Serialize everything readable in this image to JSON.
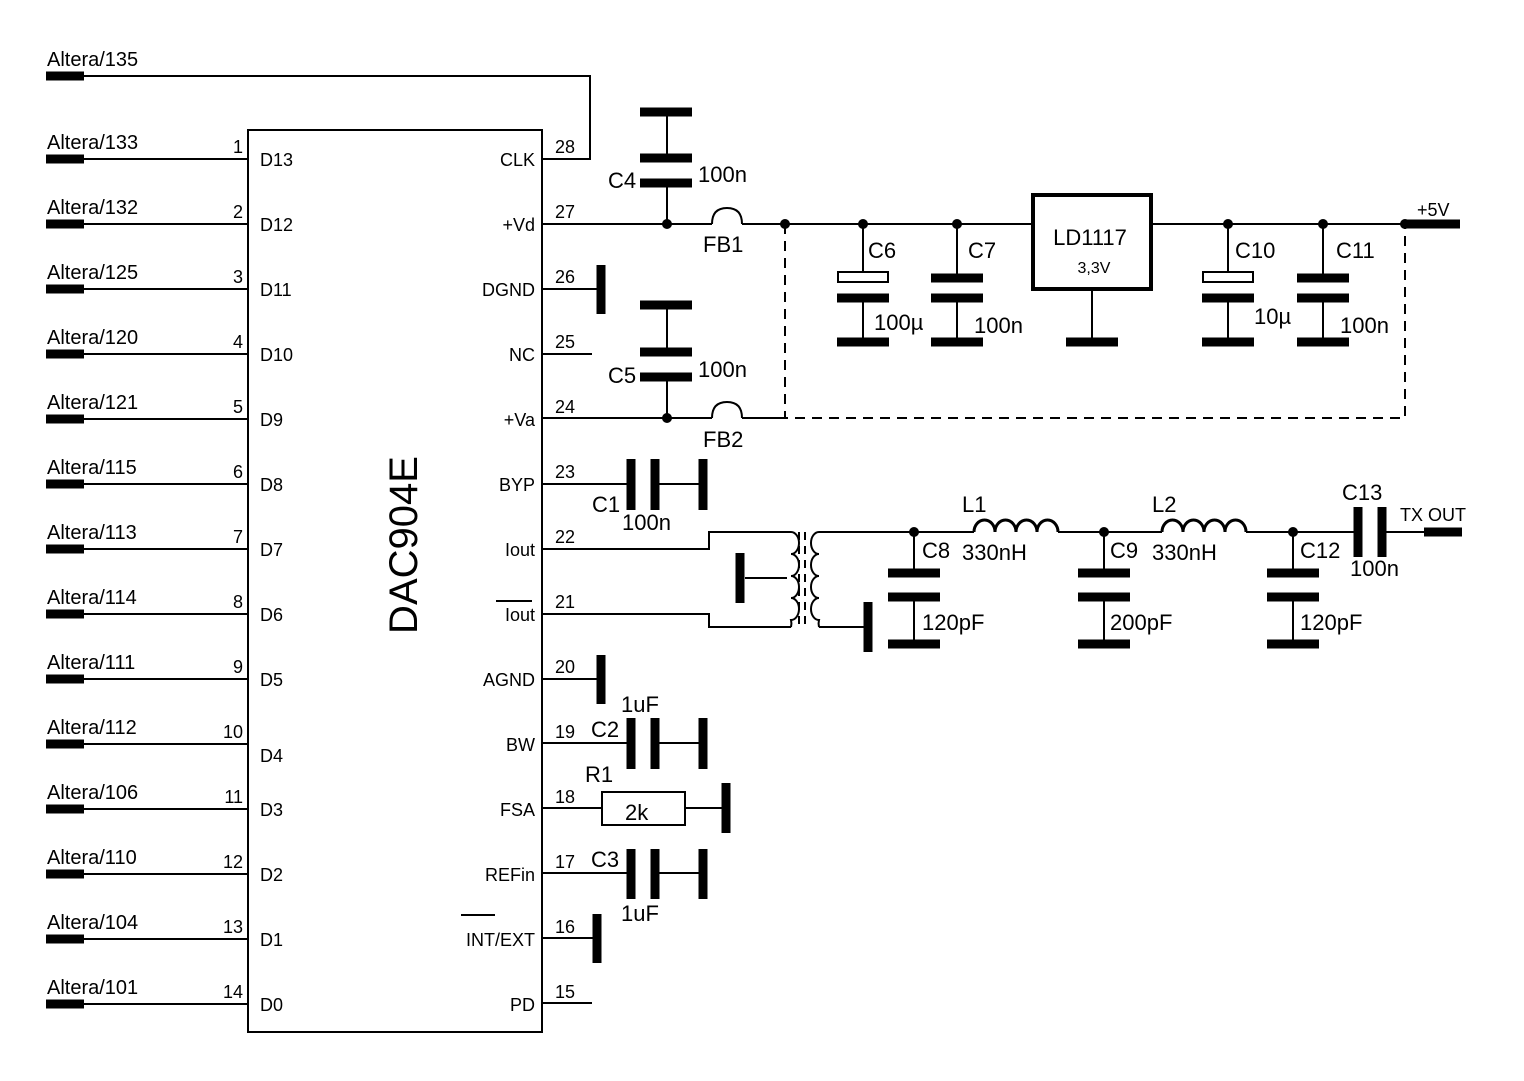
{
  "chip": {
    "name": "DAC904E"
  },
  "left_pins": [
    {
      "num": "1",
      "name": "D13",
      "net": "Altera/133"
    },
    {
      "num": "2",
      "name": "D12",
      "net": "Altera/132"
    },
    {
      "num": "3",
      "name": "D11",
      "net": "Altera/125"
    },
    {
      "num": "4",
      "name": "D10",
      "net": "Altera/120"
    },
    {
      "num": "5",
      "name": "D9",
      "net": "Altera/121"
    },
    {
      "num": "6",
      "name": "D8",
      "net": "Altera/115"
    },
    {
      "num": "7",
      "name": "D7",
      "net": "Altera/113"
    },
    {
      "num": "8",
      "name": "D6",
      "net": "Altera/114"
    },
    {
      "num": "9",
      "name": "D5",
      "net": "Altera/111"
    },
    {
      "num": "10",
      "name": "D4",
      "net": "Altera/112"
    },
    {
      "num": "11",
      "name": "D3",
      "net": "Altera/106"
    },
    {
      "num": "12",
      "name": "D2",
      "net": "Altera/110"
    },
    {
      "num": "13",
      "name": "D1",
      "net": "Altera/104"
    },
    {
      "num": "14",
      "name": "D0",
      "net": "Altera/101"
    }
  ],
  "clock_net": "Altera/135",
  "right_pins": [
    {
      "num": "28",
      "name": "CLK"
    },
    {
      "num": "27",
      "name": "+Vd"
    },
    {
      "num": "26",
      "name": "DGND"
    },
    {
      "num": "25",
      "name": "NC"
    },
    {
      "num": "24",
      "name": "+Va"
    },
    {
      "num": "23",
      "name": "BYP"
    },
    {
      "num": "22",
      "name": "Iout"
    },
    {
      "num": "21",
      "name": "Iout"
    },
    {
      "num": "20",
      "name": "AGND"
    },
    {
      "num": "19",
      "name": "BW"
    },
    {
      "num": "18",
      "name": "FSA"
    },
    {
      "num": "17",
      "name": "REFin"
    },
    {
      "num": "16",
      "name": "INT/EXT"
    },
    {
      "num": "15",
      "name": "PD"
    }
  ],
  "parts": {
    "c4": {
      "ref": "C4",
      "val": "100n"
    },
    "c5": {
      "ref": "C5",
      "val": "100n"
    },
    "fb1": {
      "ref": "FB1"
    },
    "fb2": {
      "ref": "FB2"
    },
    "c6": {
      "ref": "C6",
      "val": "100µ"
    },
    "c7": {
      "ref": "C7",
      "val": "100n"
    },
    "reg": {
      "ref": "LD1117",
      "val": "3,3V"
    },
    "c10": {
      "ref": "C10",
      "val": "10µ"
    },
    "c11": {
      "ref": "C11",
      "val": "100n"
    },
    "supply": "+5V",
    "c1": {
      "ref": "C1",
      "val": "100n"
    },
    "c8": {
      "ref": "C8",
      "val": "120pF"
    },
    "l1": {
      "ref": "L1",
      "val": "330nH"
    },
    "c9": {
      "ref": "C9",
      "val": "200pF"
    },
    "l2": {
      "ref": "L2",
      "val": "330nH"
    },
    "c12": {
      "ref": "C12",
      "val": "120pF"
    },
    "c13": {
      "ref": "C13",
      "val": "100n"
    },
    "txout": "TX OUT",
    "c2": {
      "ref": "C2",
      "val": "1uF"
    },
    "r1": {
      "ref": "R1",
      "val": "2k"
    },
    "c3": {
      "ref": "C3",
      "val": "1uF"
    }
  }
}
